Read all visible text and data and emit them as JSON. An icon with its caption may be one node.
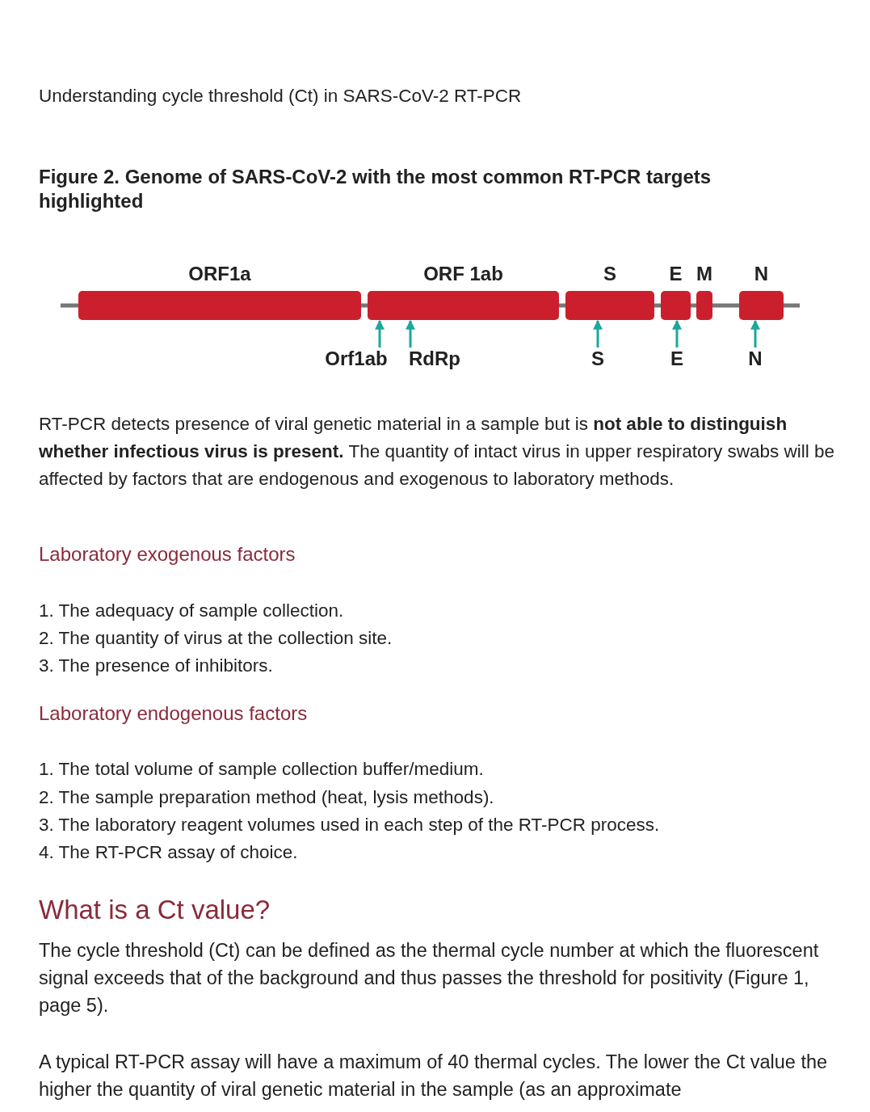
{
  "diagram": {
    "title": "Figure 2. Genome of SARS-CoV-2 with the most common RT-PCR targets highlighted",
    "nodes": [
      {
        "text": [
          "ORF1a"
        ]
      },
      {
        "text": [
          "ORF 1ab"
        ]
      },
      {
        "text": [
          "S"
        ]
      },
      {
        "text": [
          "E"
        ]
      },
      {
        "text": [
          "M"
        ]
      },
      {
        "text": [
          "N"
        ]
      },
      {
        "text": [
          "Orf1ab"
        ]
      },
      {
        "text": [
          "RdRp"
        ]
      },
      {
        "text": [
          "S"
        ]
      },
      {
        "text": [
          "E"
        ]
      },
      {
        "text": [
          "N"
        ]
      }
    ],
    "edges": [
      {
        "from": 6,
        "to": 1,
        "arrow": "to"
      },
      {
        "from": 7,
        "to": 1,
        "arrow": "to"
      },
      {
        "from": 8,
        "to": 2,
        "arrow": "to"
      },
      {
        "from": 9,
        "to": 3,
        "arrow": "to"
      },
      {
        "from": 10,
        "to": 5,
        "arrow": "to"
      }
    ],
    "labels": [
      "Understanding cycle threshold (Ct) in SARS-CoV-2 RT-PCR",
      "RT-PCR detects presence of viral genetic material in a sample but is **not able to distinguish whether infectious virus is present.** The quantity of intact virus in upper respiratory swabs will be affected by factors that are endogenous and exogenous to laboratory methods.",
      "Laboratory exogenous factors",
      "1. The adequacy of sample collection.",
      "2. The quantity of virus at the collection site.",
      "3. The presence of inhibitors.",
      "Laboratory endogenous factors",
      "1. The total volume of sample collection buffer/medium.",
      "2. The sample preparation method (heat, lysis methods).",
      "3. The laboratory reagent volumes used in each step of the RT-PCR process.",
      "4. The RT-PCR assay of choice.",
      "What is a Ct value?",
      "The cycle threshold (Ct) can be defined as the thermal cycle number at which the fluorescent signal exceeds that of the background and thus passes the threshold for positivity (Figure 1, page 5).",
      "A typical RT-PCR assay will have a maximum of 40 thermal cycles. The lower the Ct value the higher the quantity of viral genetic material in the sample (as an approximate"
    ]
  }
}
